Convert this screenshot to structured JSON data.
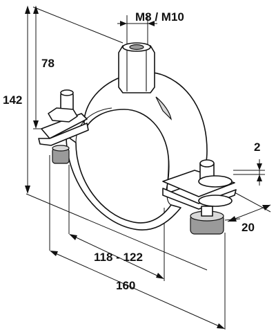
{
  "figure": {
    "labels": {
      "thread_size": "M8 / M10",
      "center_height": "78",
      "total_height": "142",
      "thickness": "2",
      "band_width": "20",
      "pipe_diameter_range": "118 - 122",
      "total_length": "160"
    }
  }
}
